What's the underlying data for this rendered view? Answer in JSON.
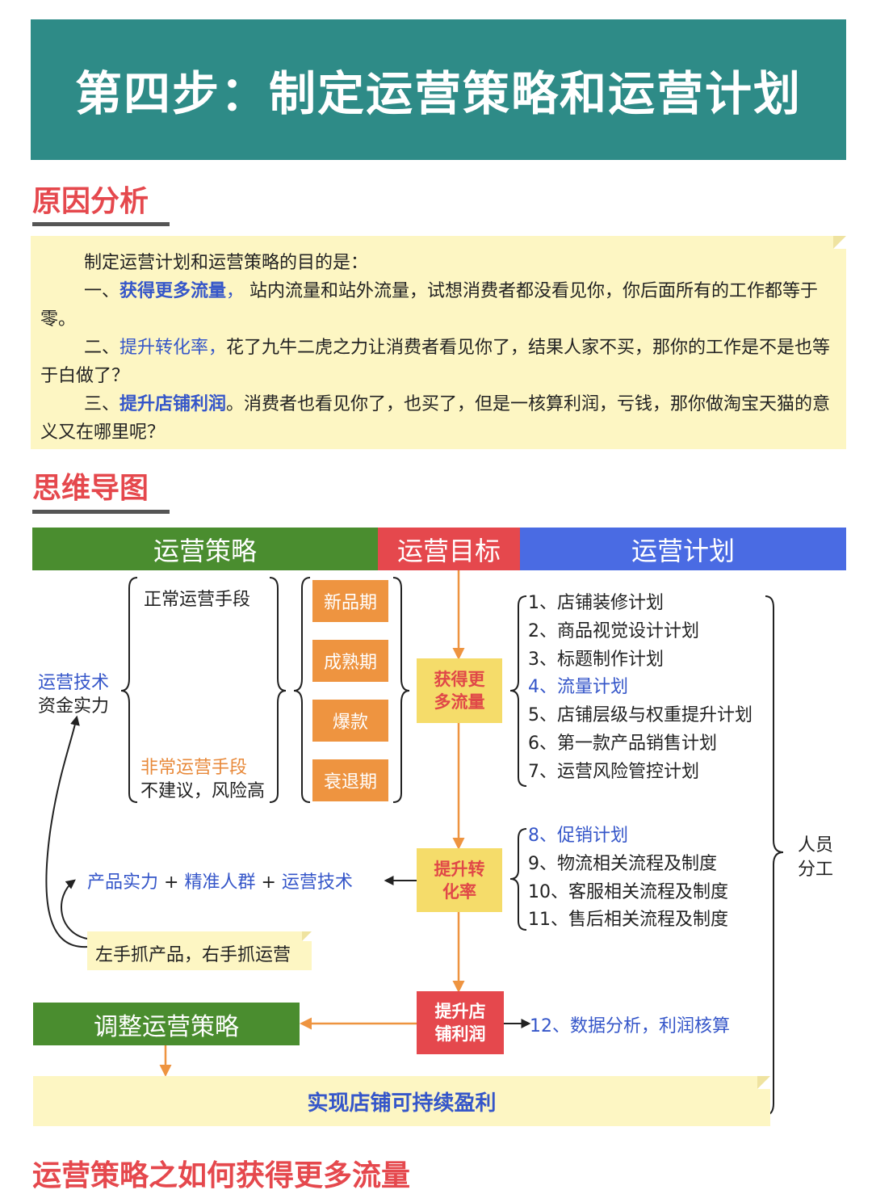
{
  "banner": {
    "title": "第四步：制定运营策略和运营计划"
  },
  "section1": {
    "title": "原因分析"
  },
  "note": {
    "intro": "制定运营计划和运营策略的目的是：",
    "p1_prefix": "一、",
    "p1_key": "获得更多流量",
    "p1_punct": "，",
    "p1_rest": " 站内流量和站外流量，试想消费者都没看见你，你后面所有的工作都等于零。",
    "p2_prefix": "二、",
    "p2_key": "提升转化率，",
    "p2_rest": "花了九牛二虎之力让消费者看见你了，结果人家不买，那你的工作是不是也等于白做了？",
    "p3_prefix": "三、",
    "p3_key": "提升店铺利润",
    "p3_rest": "。消费者也看见你了，也买了，但是一核算利润，亏钱，那你做淘宝天猫的意义又在哪里呢？"
  },
  "section2": {
    "title": "思维导图"
  },
  "mindmap": {
    "headers": {
      "strategy": "运营策略",
      "goal": "运营目标",
      "plan": "运营计划"
    },
    "tech_label": "运营技术",
    "capital_label": "资金实力",
    "normal_means": "正常运营手段",
    "abnormal_means": "非常运营手段",
    "abnormal_note": "不建议，风险高",
    "phases": [
      "新品期",
      "成熟期",
      "爆款",
      "衰退期"
    ],
    "goals": {
      "traffic": [
        "获得更",
        "多流量"
      ],
      "conversion": [
        "提升转",
        "化率"
      ],
      "profit": [
        "提升店",
        "铺利润"
      ]
    },
    "formula": {
      "a": "产品实力",
      "plus1": "+",
      "b": "精准人群",
      "plus2": "+",
      "c": "运营技术"
    },
    "tip": "左手抓产品，右手抓运营",
    "plans_traffic": [
      "1、店铺装修计划",
      "2、商品视觉设计计划",
      "3、标题制作计划",
      "4、流量计划",
      "5、店铺层级与权重提升计划",
      "6、第一款产品销售计划",
      "7、运营风险管控计划"
    ],
    "plans_conversion": [
      "8、促销计划",
      "9、物流相关流程及制度",
      "10、客服相关流程及制度",
      "11、售后相关流程及制度"
    ],
    "plan_profit": "12、数据分析，利润核算",
    "staff": [
      "人员",
      "分工"
    ],
    "adjust": "调整运营策略",
    "final": "实现店铺可持续盈利"
  },
  "section3": {
    "title": "运营策略之如何获得更多流量"
  },
  "colors": {
    "teal": "#2e8b87",
    "red": "#e5484d",
    "green": "#4a8d2f",
    "blue": "#4a6be3",
    "orange": "#ee9440",
    "yellow": "#f5dc6a",
    "note": "#fdf6c3"
  }
}
